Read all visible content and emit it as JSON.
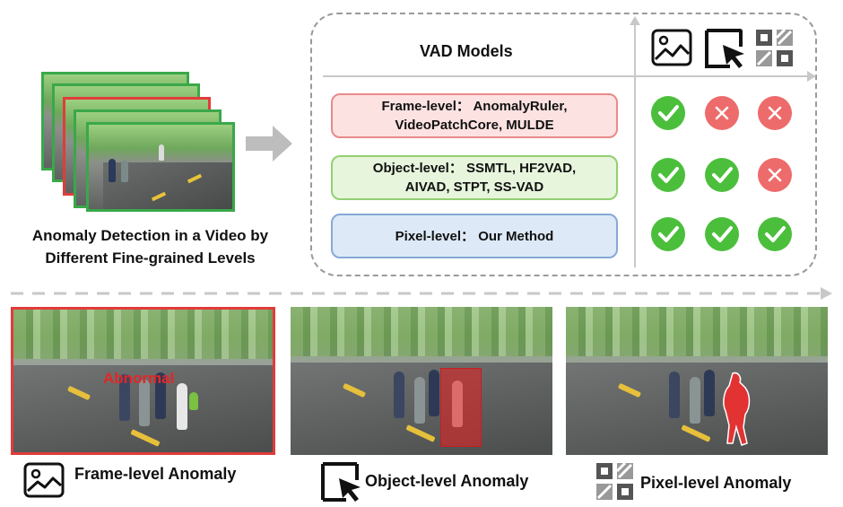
{
  "left": {
    "caption_line1": "Anomaly Detection in a Video by",
    "caption_line2": "Different Fine-grained Levels"
  },
  "panel": {
    "title": "VAD Models",
    "rows": [
      {
        "line1": "Frame-level： AnomalyRuler,",
        "line2": "VideoPatchCore, MULDE",
        "marks": [
          "check",
          "cross",
          "cross"
        ]
      },
      {
        "line1": "Object-level： SSMTL, HF2VAD,",
        "line2": "AIVAD, STPT, SS-VAD",
        "marks": [
          "check",
          "check",
          "cross"
        ]
      },
      {
        "line1": "Pixel-level： Our Method",
        "line2": "",
        "marks": [
          "check",
          "check",
          "check"
        ]
      }
    ],
    "header_icons": [
      "image-icon",
      "box-cursor-icon",
      "pixel-grid-icon"
    ]
  },
  "bottom": {
    "abnormal_text": "Abnormal",
    "labels": [
      "Frame-level Anomaly",
      "Object-level Anomaly",
      "Pixel-level Anomaly"
    ]
  },
  "colors": {
    "check": "#4bbf3b",
    "cross": "#ee6b6b",
    "frame_border": "#e23b3b",
    "object_box": "#d93a3a"
  }
}
